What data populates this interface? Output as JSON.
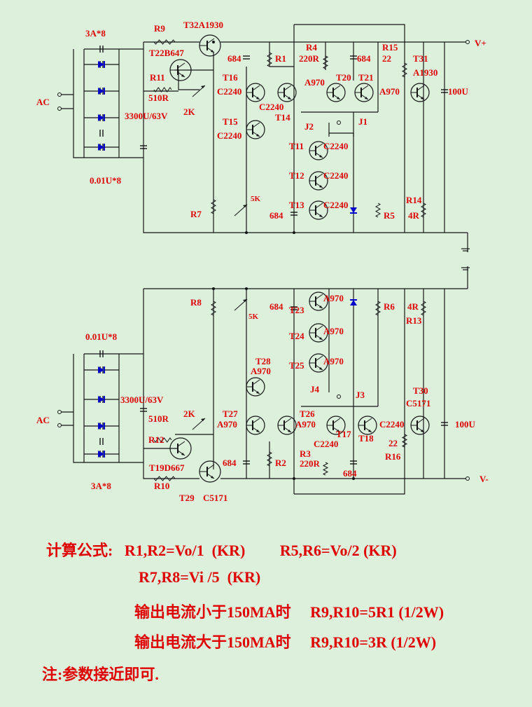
{
  "labels": {
    "fuse_top": "3A*8",
    "cap_top": "0.01U*8",
    "ac_top": "AC",
    "r9": "R9",
    "t32": "T32A1930",
    "t22": "T22B647",
    "r11": "R11",
    "r11v": "510R",
    "pot_top": "2K",
    "bulk_top": "3300U/63V",
    "r7": "R7",
    "c684_a": "684",
    "r1": "R1",
    "r4": "R4",
    "r4v": "220R",
    "c684_b": "684",
    "r15": "R15",
    "r15v": "22",
    "t31": "T31",
    "t31v": "A1930",
    "vplus": "V+",
    "t16": "T16",
    "t16v": "C2240",
    "t14": "T14",
    "c2240_t14": "C2240",
    "t20": "T20",
    "a970_t20": "A970",
    "t21": "T21",
    "a970_t21": "A970",
    "c100_top": "100U",
    "t15": "T15",
    "t15v": "C2240",
    "j2": "J2",
    "j1": "J1",
    "t11": "T11",
    "t11v": "C2240",
    "t12": "T12",
    "t12v": "C2240",
    "t13": "T13",
    "t13v": "C2240",
    "pot5k_top": "5K",
    "c684_c": "684",
    "r5": "R5",
    "r14": "R14",
    "r14v": "4R",
    "r8": "R8",
    "pot5k_bot": "5K",
    "c684_d": "684",
    "t23": "T23",
    "a970_t23": "A970",
    "r6": "R6",
    "r13v": "4R",
    "r13": "R13",
    "t24": "T24",
    "a970_t24": "A970",
    "cap_bot": "0.01U*8",
    "t25": "T25",
    "a970_t25": "A970",
    "t28": "T28",
    "a970_t28": "A970",
    "bulk_bot": "3300U/63V",
    "j4": "J4",
    "j3": "J3",
    "t30": "T30",
    "t30v": "C5171",
    "ac_bot": "AC",
    "r12v": "510R",
    "pot_bot": "2K",
    "t27": "T27",
    "a970_t27": "A970",
    "t26": "T26",
    "a970_t26": "A970",
    "t17": "T17",
    "c2240_t17": "C2240",
    "t18": "T18",
    "c2240_t18": "C2240",
    "c100_bot": "100U",
    "r12": "R12",
    "r3": "R3",
    "r3v": "220R",
    "r16v": "22",
    "r16": "R16",
    "t19": "T19D667",
    "c684_e": "684",
    "r2": "R2",
    "c684_f": "684",
    "r10": "R10",
    "vminus": "V-",
    "fuse_bot": "3A*8",
    "t29": "T29",
    "t29v": "C5171"
  },
  "notes": {
    "line1": "计算公式:   R1,R2=Vo/1  (KR)         R5,R6=Vo/2 (KR)",
    "line2": "R7,R8=Vi /5  (KR)",
    "line3": "输出电流小于150MA时     R9,R10=5R1 (1/2W)",
    "line4": "输出电流大于150MA时     R9,R10=3R (1/2W)",
    "line5": "注:参数接近即可."
  },
  "colors": {
    "background": "#dcf0dc",
    "wire": "#141414",
    "text": "#e00000",
    "diode": "#0000cc"
  }
}
